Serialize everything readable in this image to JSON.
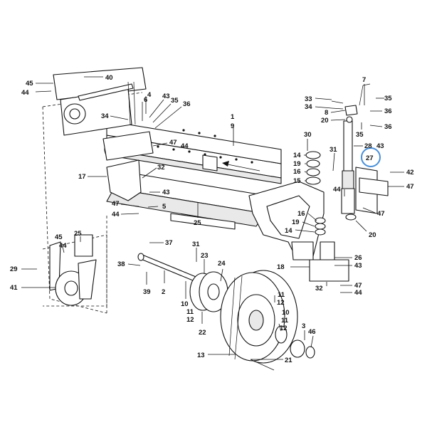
{
  "diagram": {
    "highlight_color": "#4a90d9",
    "highlighted_callout": "27",
    "callouts": {
      "c45a": "45",
      "c40": "40",
      "c44a": "44",
      "c4": "4",
      "c6": "6",
      "c43a": "43",
      "c35a": "35",
      "c36a": "36",
      "c34a": "34",
      "c1": "1",
      "c9": "9",
      "c7": "7",
      "c33": "33",
      "c35b": "35",
      "c34b": "34",
      "c8": "8",
      "c36b": "36",
      "c20a": "20",
      "c36c": "36",
      "c35c": "35",
      "c30": "30",
      "c28": "28",
      "c43b": "43",
      "c27": "27",
      "c47a": "47",
      "c44b": "44",
      "c14a": "14",
      "c31a": "31",
      "c19a": "19",
      "c16a": "16",
      "c15": "15",
      "c42": "42",
      "c47b": "47",
      "c17": "17",
      "c32a": "32",
      "c43c": "43",
      "c44c": "44",
      "c47c": "47",
      "c5": "5",
      "c47d": "47",
      "c44d": "44",
      "c25a": "25",
      "c16b": "16",
      "c19b": "19",
      "c14b": "14",
      "c20b": "20",
      "c45b": "45",
      "c25b": "25",
      "c44e": "44",
      "c37": "37",
      "c31b": "31",
      "c23": "23",
      "c26": "26",
      "c29": "29",
      "c38": "38",
      "c24": "24",
      "c18": "18",
      "c43d": "43",
      "c41": "41",
      "c39": "39",
      "c2": "2",
      "c32b": "32",
      "c47e": "47",
      "c44f": "44",
      "c11a": "11",
      "c10a": "10",
      "c12a": "12",
      "c11b": "11",
      "c12b": "12",
      "c10b": "10",
      "c11c": "11",
      "c12c": "12",
      "c22": "22",
      "c3": "3",
      "c46": "46",
      "c13": "13",
      "c21": "21"
    }
  }
}
